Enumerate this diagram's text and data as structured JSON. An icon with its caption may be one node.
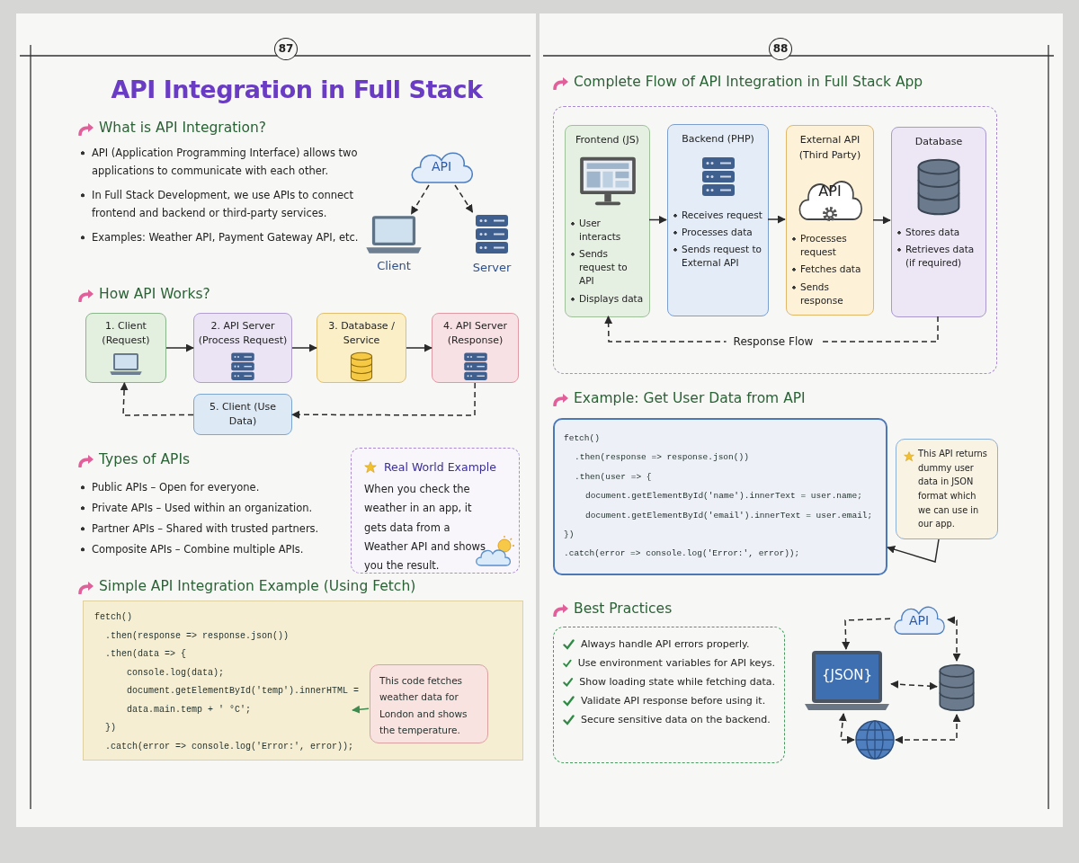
{
  "diagram": {
    "title": "API Integration in Full Stack",
    "nodes": [
      {
        "text": [
          "API"
        ]
      },
      {
        "text": [
          "Client"
        ]
      },
      {
        "text": [
          "Server"
        ]
      },
      {
        "text": [
          "1. Client (Request)"
        ]
      },
      {
        "text": [
          "2. API Server (Process Request)"
        ]
      },
      {
        "text": [
          "3. Database / Service"
        ]
      },
      {
        "text": [
          "4. API Server (Response)"
        ]
      },
      {
        "text": [
          "5. Client (Use Data)"
        ]
      },
      {
        "text": [
          "Real World Example",
          "When you check the weather in an app, it gets data from a Weather API and shows you the result."
        ]
      },
      {
        "text": [
          "fetch()",
          ".then(response => response.json())",
          ".then(data => {",
          "console.log(data);",
          "document.getElementById('temp').innerHTML =",
          "data.main.temp + ' °C';",
          "})",
          ".catch(error => console.log('Error:', error));"
        ]
      },
      {
        "text": [
          "This code fetches weather data for London and shows the temperature."
        ],
        "in": 9
      },
      {
        "text": [],
        "shape": "box"
      },
      {
        "text": [
          "Frontend (JS)",
          "User interacts",
          "Sends request to API",
          "Displays data"
        ],
        "in": 11
      },
      {
        "text": [
          "Backend (PHP)",
          "Receives request",
          "Processes data",
          "Sends request to External API"
        ],
        "in": 11
      },
      {
        "text": [
          "External API (Third Party)",
          "API",
          "Processes request",
          "Fetches data",
          "Sends response"
        ],
        "in": 11
      },
      {
        "text": [
          "Database",
          "Stores data",
          "Retrieves data (if required)"
        ],
        "in": 11
      },
      {
        "text": [
          "fetch()",
          ".then(response => response.json())",
          ".then(user => {",
          "document.getElementById('name').innerText = user.name;",
          "document.getElementById('email').innerText = user.email;",
          "})",
          ".catch(error => console.log('Error:', error));"
        ]
      },
      {
        "text": [
          "This API returns dummy user data in JSON format which we can use in our app."
        ]
      },
      {
        "text": [
          "Always handle API errors properly.",
          "Use environment variables for API keys.",
          "Show loading state while fetching data.",
          "Validate API response before using it.",
          "Secure sensitive data on the backend."
        ]
      },
      {
        "text": [
          "API"
        ]
      },
      {
        "text": [
          "{JSON}"
        ]
      },
      {
        "text": [],
        "shape": "cylinder"
      },
      {
        "text": [],
        "shape": "picture"
      }
    ],
    "edges": [
      {
        "from": 0,
        "to": 1,
        "arrow": "to",
        "style": "dashed"
      },
      {
        "from": 0,
        "to": 2,
        "arrow": "to",
        "style": "dashed"
      },
      {
        "from": 3,
        "to": 4,
        "arrow": "to"
      },
      {
        "from": 4,
        "to": 5,
        "arrow": "to"
      },
      {
        "from": 5,
        "to": 6,
        "arrow": "to"
      },
      {
        "from": 6,
        "to": 7,
        "arrow": "to",
        "style": "dashed"
      },
      {
        "from": 7,
        "to": 3,
        "arrow": "to",
        "style": "dashed"
      },
      {
        "from": 10,
        "to": null,
        "arrow": "to",
        "color": "#3d8b4f"
      },
      {
        "from": 12,
        "to": 13,
        "arrow": "to"
      },
      {
        "from": 13,
        "to": 14,
        "arrow": "to"
      },
      {
        "from": 14,
        "to": 15,
        "arrow": "to"
      },
      {
        "from": 15,
        "to": 12,
        "arrow": "to",
        "style": "dashed",
        "label": "Response Flow"
      },
      {
        "from": 17,
        "to": 16,
        "arrow": "to"
      },
      {
        "from": 19,
        "to": 20,
        "arrow": "to",
        "style": "dashed"
      },
      {
        "from": 19,
        "to": 21,
        "arrow": "both",
        "style": "dashed"
      },
      {
        "from": 20,
        "to": 21,
        "arrow": "both",
        "style": "dashed"
      },
      {
        "from": 20,
        "to": 22,
        "arrow": "both",
        "style": "dashed"
      },
      {
        "from": 22,
        "to": 21,
        "arrow": "both",
        "style": "dashed"
      }
    ],
    "labels": [
      "87",
      "What is API Integration?",
      "API (Application Programming Interface) allows two applications to communicate with each other.",
      "In Full Stack Development, we use APIs to connect frontend and backend or third-party services.",
      "Examples: Weather API, Payment Gateway API, etc.",
      "How API Works?",
      "Types of APIs",
      "Public APIs – Open for everyone.",
      "Private APIs – Used within an organization.",
      "Partner APIs – Shared with trusted partners.",
      "Composite APIs – Combine multiple APIs.",
      "Simple API Integration Example (Using Fetch)",
      "88",
      "Complete Flow of API Integration in Full Stack App",
      "Example: Get User Data from API",
      "Best Practices"
    ]
  }
}
